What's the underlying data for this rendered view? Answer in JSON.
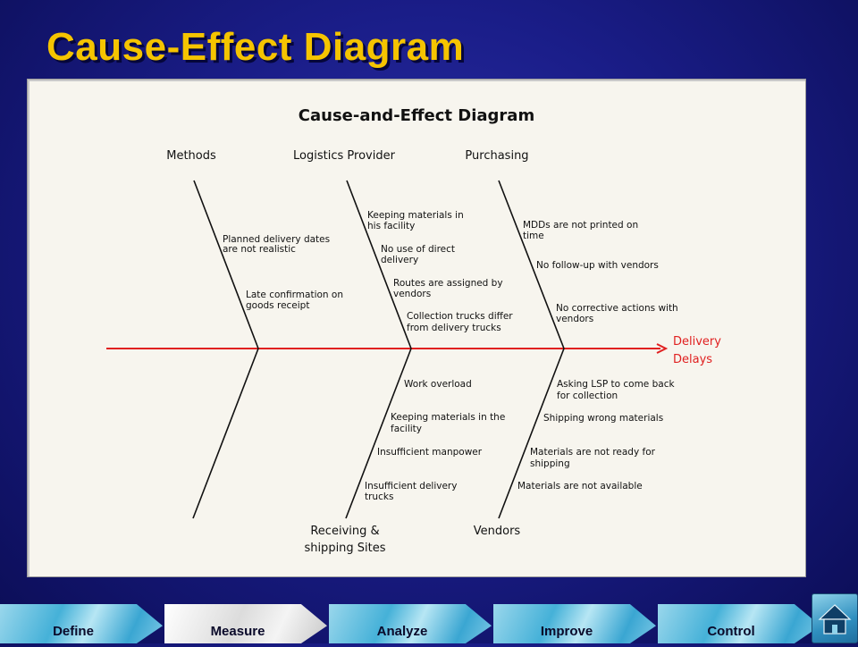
{
  "slide": {
    "title": "Cause-Effect Diagram"
  },
  "diagram": {
    "title": "Cause-and-Effect Diagram",
    "effect": {
      "lines": [
        "Delivery",
        "Delays"
      ]
    },
    "categories": {
      "methods": "Methods",
      "logistics": "Logistics Provider",
      "purchasing": "Purchasing",
      "receiving": [
        "Receiving &",
        "shipping Sites"
      ],
      "vendors": "Vendors"
    },
    "causes": {
      "methods": [
        [
          "Planned delivery dates",
          "are not realistic"
        ],
        [
          "Late confirmation on",
          "goods receipt"
        ]
      ],
      "logistics": [
        [
          "Keeping materials in",
          "his facility"
        ],
        [
          "No use of direct",
          "delivery"
        ],
        [
          "Routes are assigned by",
          "vendors"
        ],
        [
          "Collection trucks differ",
          "from delivery trucks"
        ]
      ],
      "purchasing": [
        [
          "MDDs are not printed on",
          "time"
        ],
        [
          "No follow-up with vendors"
        ],
        [
          "No corrective actions with",
          "vendors"
        ]
      ],
      "receiving": [
        [
          "Work overload"
        ],
        [
          "Keeping materials in the",
          "facility"
        ],
        [
          "Insufficient manpower"
        ],
        [
          "Insufficient delivery",
          "trucks"
        ]
      ],
      "vendors": [
        [
          "Asking LSP to come back",
          "for collection"
        ],
        [
          "Shipping wrong materials"
        ],
        [
          "Materials are not ready for",
          "shipping"
        ],
        [
          "Materials are not available"
        ]
      ]
    }
  },
  "nav": {
    "tabs": [
      "Define",
      "Measure",
      "Analyze",
      "Improve",
      "Control"
    ],
    "active": "Measure"
  },
  "colors": {
    "title": "#f5c400",
    "spine": "#e02020",
    "effect_text": "#e02020",
    "background": "#1a1d88"
  },
  "icons": {
    "home": "home-icon"
  }
}
